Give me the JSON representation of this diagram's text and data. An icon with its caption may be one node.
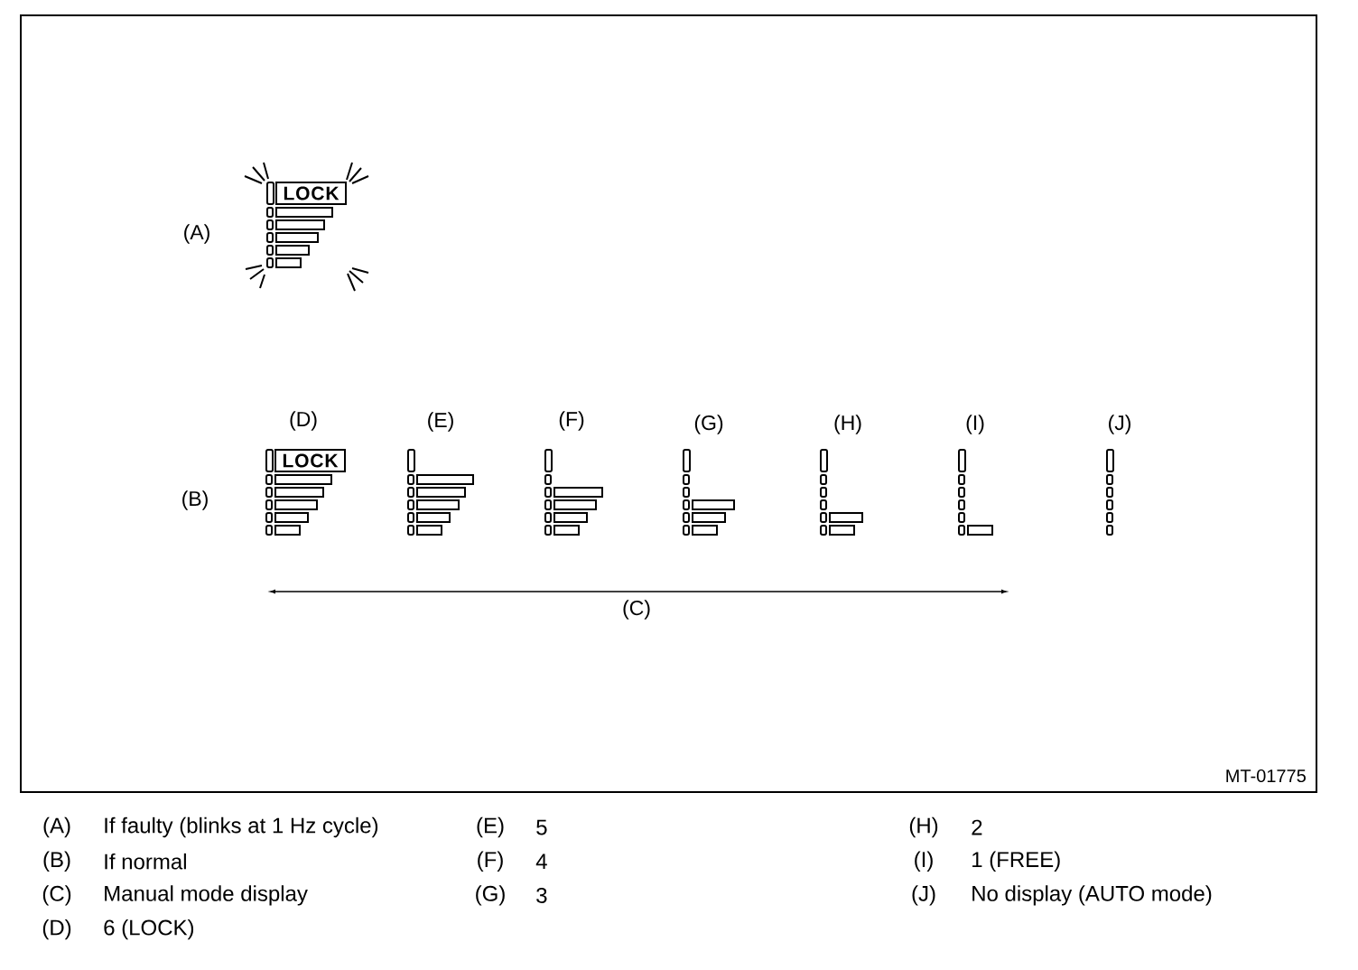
{
  "diagram": {
    "nodes": [
      {
        "text": [
          "LOCK"
        ]
      },
      {
        "text": [
          "LOCK"
        ]
      }
    ],
    "labels": [
      "(A)",
      "(D)",
      "(E)",
      "(F)",
      "(G)",
      "(H)",
      "(I)",
      "(J)",
      "(B)",
      "(C)",
      "MT-01775",
      "(A)",
      "If faulty (blinks at 1 Hz cycle)",
      "(E)",
      "5",
      "(H)",
      "2",
      "(B)",
      "If normal",
      "(F)",
      "4",
      "(I)",
      "1 (FREE)",
      "(C)",
      "Manual mode display",
      "(G)",
      "3",
      "(J)",
      "No display (AUTO mode)",
      "(D)",
      "6 (LOCK)"
    ]
  }
}
